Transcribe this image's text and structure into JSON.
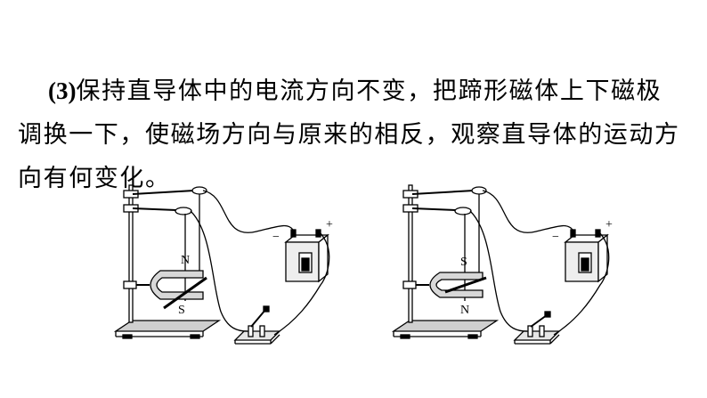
{
  "question": {
    "number": "(3)",
    "text": "保持直导体中的电流方向不变，把蹄形磁体上下磁极调换一下，使磁场方向与原来的相反，观察直导体的运动方向有何变化。"
  },
  "figures": [
    {
      "pole_top": "N",
      "pole_bottom": "S",
      "minus": "−",
      "plus": "+"
    },
    {
      "pole_top": "S",
      "pole_bottom": "N",
      "minus": "−",
      "plus": "+"
    }
  ],
  "colors": {
    "line": "#000000",
    "magnet_fill": "#d8d8d8",
    "battery_fill": "#eeeeee",
    "base_fill": "#cfcfcf"
  }
}
